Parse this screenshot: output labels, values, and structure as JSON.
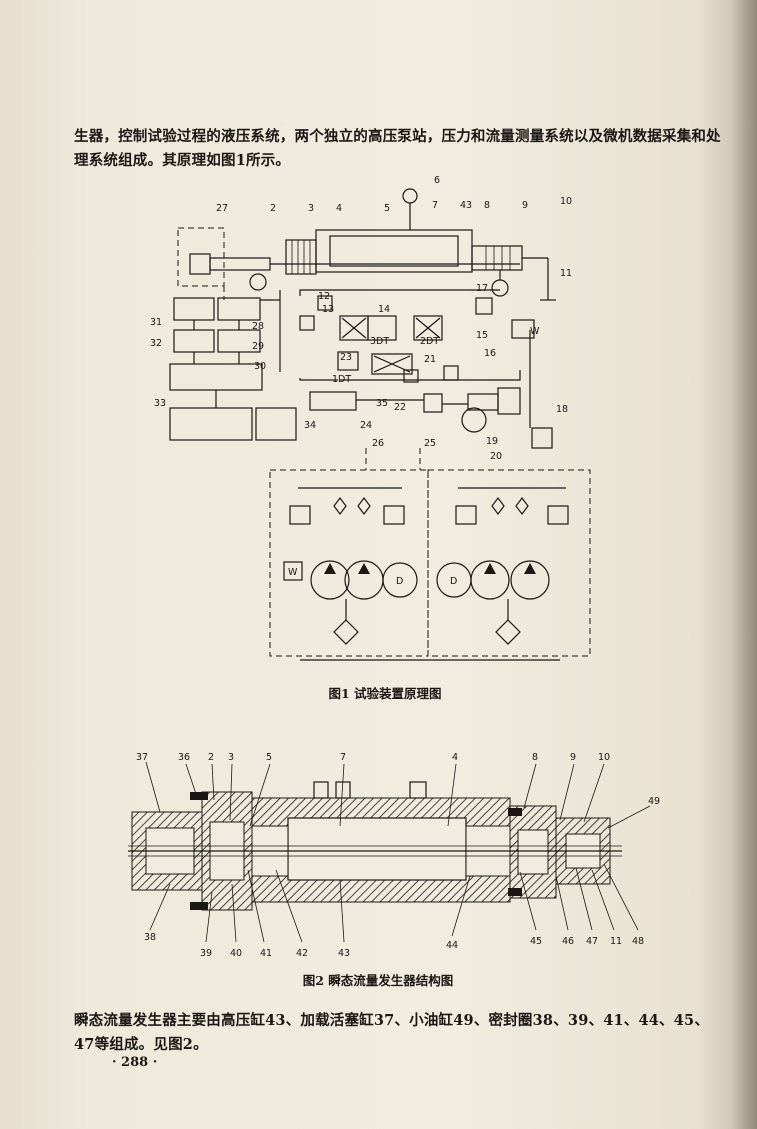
{
  "text": {
    "para_top": "生器，控制试验过程的液压系统，两个独立的高压泵站，压力和流量测量系统以及微机数据采集和处理系统组成。其原理如图1所示。",
    "para_bottom": "瞬态流量发生器主要由高压缸43、加载活塞缸37、小油缸49、密封圈38、39、41、44、45、47等组成。见图2。",
    "page_number": "· 288 ·"
  },
  "figure1": {
    "caption": "图1  试验装置原理图",
    "labels": {
      "n27": "27",
      "n2": "2",
      "n3": "3",
      "n4": "4",
      "n5": "5",
      "n6": "6",
      "n7": "7",
      "n43": "43",
      "n8": "8",
      "n9": "9",
      "n10": "10",
      "n11": "11",
      "n17": "17",
      "n12": "12",
      "n13": "13",
      "n14": "14",
      "n15": "15",
      "n16": "16",
      "n31": "31",
      "n28": "28",
      "n32": "32",
      "n29": "29",
      "n30": "30",
      "n33": "33",
      "n34": "34",
      "n23": "23",
      "n21": "21",
      "n1dt": "1DT",
      "n2dt": "2DT",
      "n3dt": "3DT",
      "n35": "35",
      "n22": "22",
      "n24": "24",
      "n18": "18",
      "n19": "19",
      "n20": "20",
      "n26": "26",
      "n25": "25",
      "w1": "W",
      "w2": "W",
      "d1": "D",
      "d2": "D"
    }
  },
  "figure2": {
    "caption": "图2  瞬态流量发生器结构图",
    "labels": {
      "n37": "37",
      "n36": "36",
      "n2": "2",
      "n3": "3",
      "n5": "5",
      "n7": "7",
      "n4": "4",
      "n8": "8",
      "n9": "9",
      "n10": "10",
      "n49": "49",
      "n38": "38",
      "n39": "39",
      "n40": "40",
      "n41": "41",
      "n42": "42",
      "n43": "43",
      "n44": "44",
      "n45": "45",
      "n46": "46",
      "n47": "47",
      "n11": "11",
      "n48": "48"
    }
  }
}
